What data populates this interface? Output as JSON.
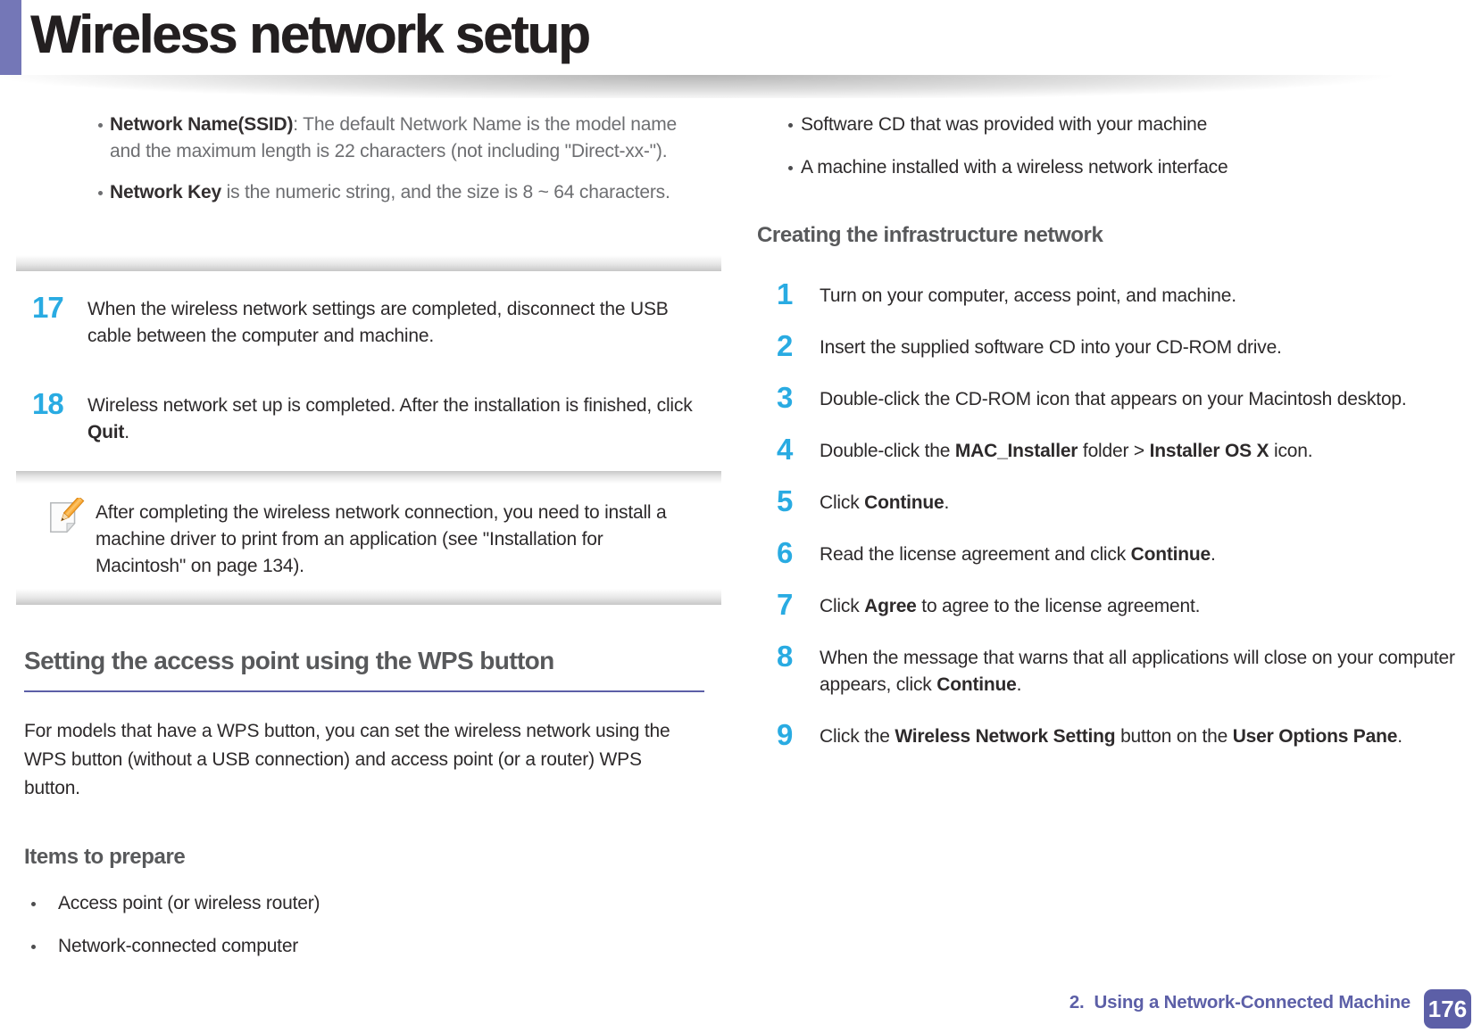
{
  "page": {
    "title": "Wireless network setup"
  },
  "colors": {
    "accent_purple": "#7477b7",
    "footer_purple": "#5c5fa7",
    "step_number_cyan": "#29abe2",
    "heading_gray": "#58595b",
    "body_dark": "#2d2a2b",
    "secondary_gray": "#6d6e71"
  },
  "left_column": {
    "intro_bullets": [
      {
        "lead": "Network Name(SSID)",
        "rest": ": The default Network Name is the model name and the maximum length is 22 characters (not including \"Direct-xx-\")."
      },
      {
        "lead": "Network Key",
        "rest": " is the numeric string, and the size is 8 ~ 64 characters."
      }
    ],
    "steps": [
      {
        "num": "17",
        "parts": [
          {
            "t": "When the wireless network settings are completed, disconnect the USB cable between the computer and machine."
          }
        ]
      },
      {
        "num": "18",
        "parts": [
          {
            "t": "Wireless network set up is completed. After the installation is finished, click "
          },
          {
            "t": "Quit",
            "b": true
          },
          {
            "t": "."
          }
        ]
      }
    ],
    "note": {
      "icon": "note-pencil-icon",
      "text": "After completing the wireless network connection, you need to install a machine driver to print from an application (see \"Installation for Macintosh\" on page 134)."
    },
    "section_heading": "Setting the access point using the WPS button",
    "section_paragraph": "For models that have a WPS button, you can set the wireless network using the WPS button (without a USB connection) and access point (or a router) WPS button.",
    "items_heading": "Items to prepare",
    "items_bullets": [
      "Access point (or wireless router)",
      "Network-connected computer"
    ]
  },
  "right_column": {
    "bullets": [
      "Software CD that was provided with your machine",
      "A machine installed with a wireless network interface"
    ],
    "heading": "Creating the infrastructure network",
    "steps": [
      {
        "num": "1",
        "parts": [
          {
            "t": "Turn on your computer, access point, and machine."
          }
        ]
      },
      {
        "num": "2",
        "parts": [
          {
            "t": "Insert the supplied software CD into your CD-ROM drive."
          }
        ]
      },
      {
        "num": "3",
        "parts": [
          {
            "t": "Double-click the CD-ROM icon that appears on your Macintosh desktop."
          }
        ]
      },
      {
        "num": "4",
        "parts": [
          {
            "t": "Double-click the "
          },
          {
            "t": "MAC_Installer",
            "b": true
          },
          {
            "t": " folder > "
          },
          {
            "t": "Installer OS X",
            "b": true
          },
          {
            "t": " icon."
          }
        ]
      },
      {
        "num": "5",
        "parts": [
          {
            "t": "Click "
          },
          {
            "t": "Continue",
            "b": true
          },
          {
            "t": "."
          }
        ]
      },
      {
        "num": "6",
        "parts": [
          {
            "t": "Read the license agreement and click "
          },
          {
            "t": "Continue",
            "b": true
          },
          {
            "t": "."
          }
        ]
      },
      {
        "num": "7",
        "parts": [
          {
            "t": "Click "
          },
          {
            "t": "Agree",
            "b": true
          },
          {
            "t": " to agree to the license agreement."
          }
        ]
      },
      {
        "num": "8",
        "parts": [
          {
            "t": "When the message that warns that all applications will close on your computer appears, click "
          },
          {
            "t": "Continue",
            "b": true
          },
          {
            "t": "."
          }
        ]
      },
      {
        "num": "9",
        "parts": [
          {
            "t": "Click the "
          },
          {
            "t": "Wireless Network Setting",
            "b": true
          },
          {
            "t": " button on the "
          },
          {
            "t": "User Options Pane",
            "b": true
          },
          {
            "t": "."
          }
        ]
      }
    ]
  },
  "footer": {
    "chapter": "2.  Using a Network-Connected Machine",
    "page_number": "176"
  }
}
